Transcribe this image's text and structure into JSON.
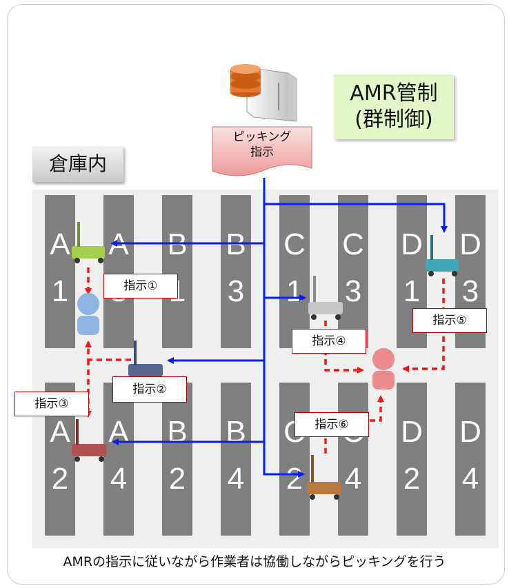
{
  "header": {
    "amr_line1": "AMR管制",
    "amr_line2": "(群制御)"
  },
  "document": {
    "line1": "ピッキング",
    "line2": "指示"
  },
  "warehouse_label": "倉庫内",
  "racks_top": [
    {
      "id": "a1",
      "l1": "A",
      "l2": "1"
    },
    {
      "id": "a3",
      "l1": "A",
      "l2": "3"
    },
    {
      "id": "b1",
      "l1": "B",
      "l2": "1"
    },
    {
      "id": "b3",
      "l1": "B",
      "l2": "3"
    },
    {
      "id": "c1",
      "l1": "C",
      "l2": "1"
    },
    {
      "id": "c3",
      "l1": "C",
      "l2": "3"
    },
    {
      "id": "d1",
      "l1": "D",
      "l2": "1"
    },
    {
      "id": "d3",
      "l1": "D",
      "l2": "3"
    }
  ],
  "racks_bottom": [
    {
      "id": "a2",
      "l1": "A",
      "l2": "2"
    },
    {
      "id": "a4",
      "l1": "A",
      "l2": "4"
    },
    {
      "id": "b2",
      "l1": "B",
      "l2": "2"
    },
    {
      "id": "b4",
      "l1": "B",
      "l2": "4"
    },
    {
      "id": "c2",
      "l1": "C",
      "l2": "2"
    },
    {
      "id": "c4",
      "l1": "C",
      "l2": "4"
    },
    {
      "id": "d2",
      "l1": "D",
      "l2": "2"
    },
    {
      "id": "d4",
      "l1": "D",
      "l2": "4"
    }
  ],
  "instructions": {
    "i1": "指示①",
    "i2": "指示②",
    "i3": "指示③",
    "i4": "指示④",
    "i5": "指示⑤",
    "i6": "指示⑥"
  },
  "caption": "AMRの指示に従いながら作業者は協働しながらピッキングを行う",
  "colors": {
    "blue_arrow": "#0a1ef0",
    "red_dash": "#f01818",
    "rack": "#7f7f7f",
    "amr_box_bg": "#e3f6c8",
    "person_blue": "#8eb4e3",
    "person_red": "#ec8c8c",
    "doc_fill": "#f4b6b6",
    "server_disk": "#e6782d",
    "robot_green": "#a6cf50",
    "robot_teal": "#3fa6b3",
    "robot_gray": "#bdbdbd",
    "robot_navy": "#56688e",
    "robot_red": "#b05050",
    "robot_brown": "#b87a3e"
  }
}
